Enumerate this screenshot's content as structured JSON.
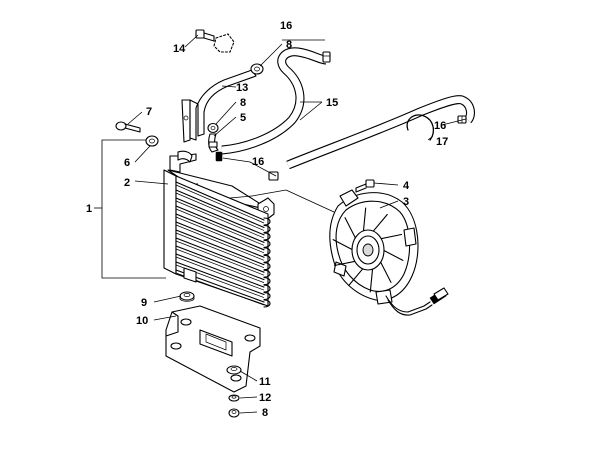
{
  "callouts": {
    "c1": "1",
    "c2": "2",
    "c3": "3",
    "c4": "4",
    "c5": "5",
    "c6": "6",
    "c7": "7",
    "c8a": "8",
    "c8b": "8",
    "c8c": "8",
    "c9": "9",
    "c10": "10",
    "c11": "11",
    "c12": "12",
    "c13": "13",
    "c14": "14",
    "c15": "15",
    "c16a": "16",
    "c16b": "16",
    "c16c": "16",
    "c17": "17"
  }
}
